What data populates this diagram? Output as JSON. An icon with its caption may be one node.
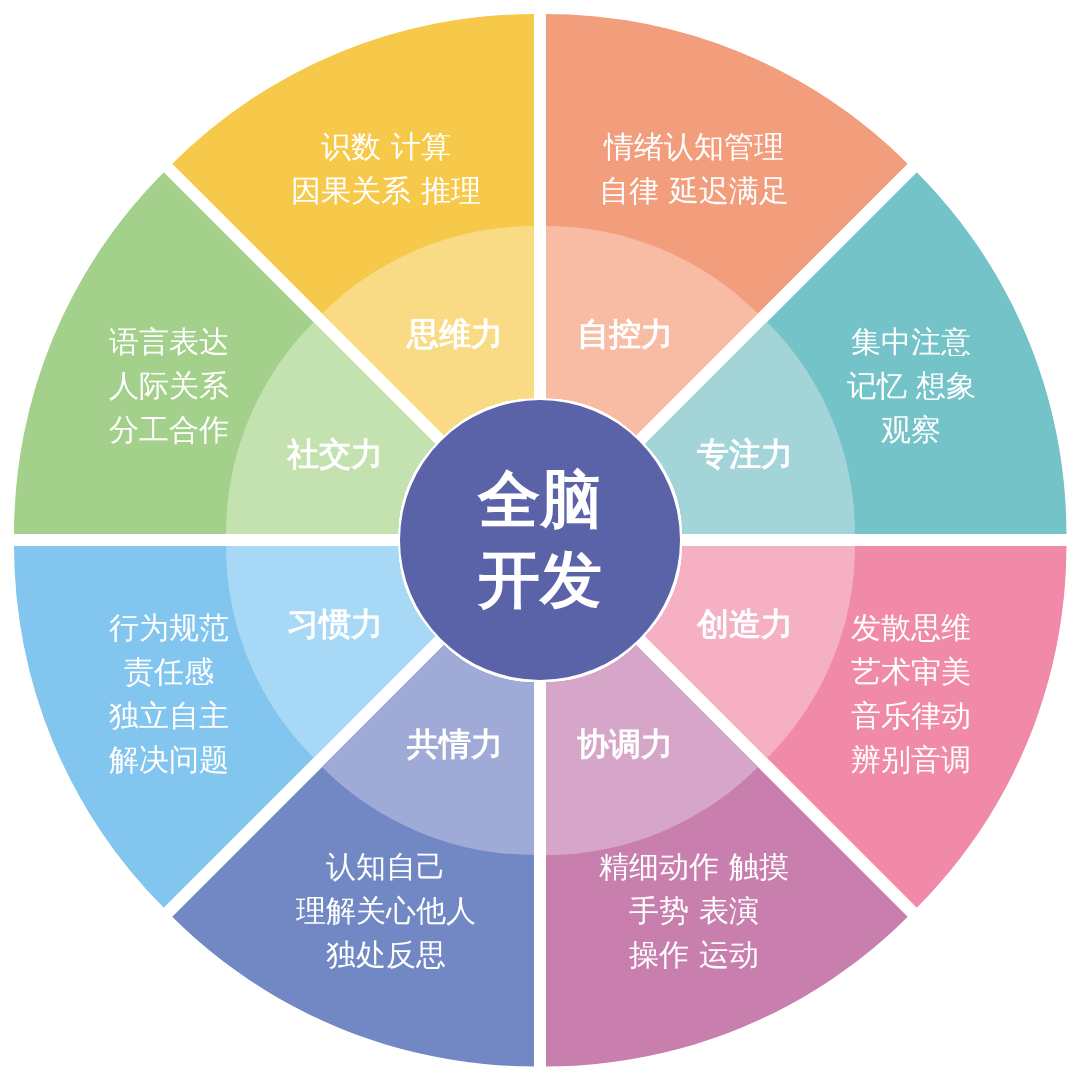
{
  "diagram": {
    "nodes": [
      {
        "text": [
          "全脑开发"
        ]
      },
      {
        "text": [
          "识数 计算",
          "因果关系 推理",
          "思维力"
        ]
      },
      {
        "text": [
          "情绪认知管理",
          "自律 延迟满足",
          "自控力"
        ]
      },
      {
        "text": [
          "专注力",
          "集中注意",
          "记忆 想象",
          "观察"
        ]
      },
      {
        "text": [
          "创造力",
          "发散思维",
          "艺术审美",
          "音乐律动",
          "辨别音调"
        ]
      },
      {
        "text": [
          "协调力",
          "精细动作 触摸",
          "手势 表演",
          "操作 运动"
        ]
      },
      {
        "text": [
          "共情力",
          "认知自己",
          "理解关心他人",
          "独处反思"
        ]
      },
      {
        "text": [
          "习惯力",
          "行为规范",
          "责任感",
          "独立自主",
          "解决问题"
        ]
      },
      {
        "text": [
          "社交力",
          "语言表达",
          "人际关系",
          "分工合作"
        ]
      }
    ]
  }
}
